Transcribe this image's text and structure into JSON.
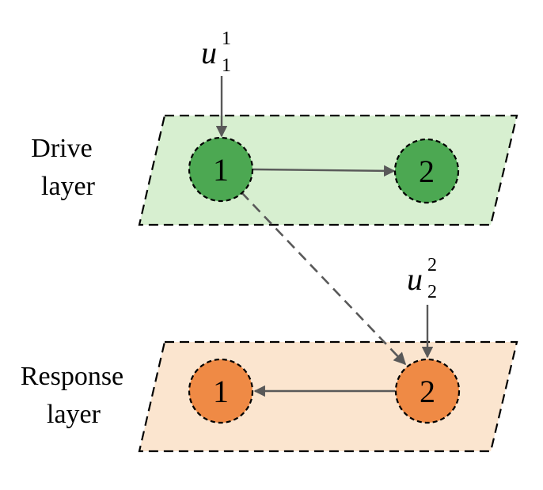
{
  "layers": {
    "drive": {
      "label_line1": "Drive",
      "label_line2": "layer",
      "fill": "#d7efd0",
      "node_color": "#4ca852",
      "nodes": [
        "1",
        "2"
      ]
    },
    "response": {
      "label_line1": "Response",
      "label_line2": "layer",
      "fill": "#fbe5cf",
      "node_color": "#ef8a45",
      "nodes": [
        "1",
        "2"
      ]
    }
  },
  "inputs": {
    "drive_input": {
      "base": "u",
      "sub": "1",
      "sup": "1"
    },
    "response_input": {
      "base": "u",
      "sub": "2",
      "sup": "2"
    }
  },
  "colors": {
    "edge": "#595959",
    "outline": "#000000"
  }
}
